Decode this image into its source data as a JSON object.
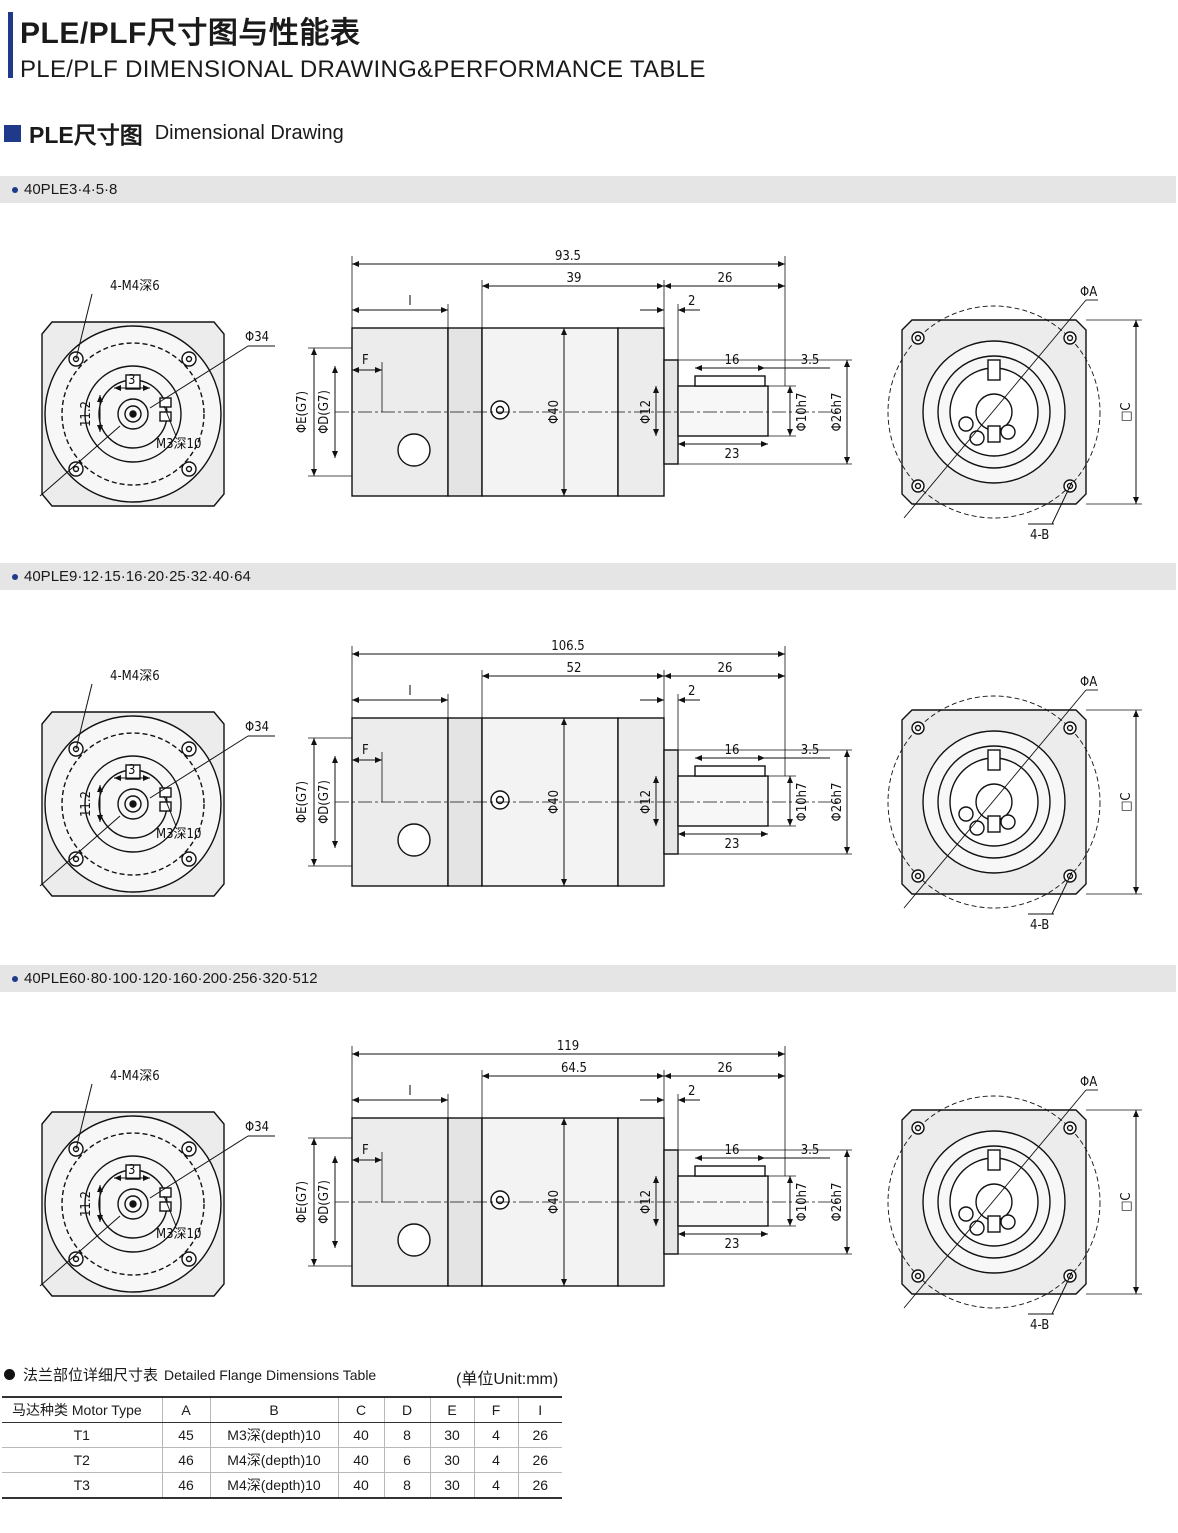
{
  "header": {
    "title_cn": "PLE/PLF尺寸图与性能表",
    "title_en": "PLE/PLF DIMENSIONAL DRAWING&PERFORMANCE TABLE"
  },
  "section": {
    "title_cn": "PLE尺寸图",
    "title_en": "Dimensional Drawing"
  },
  "drawings": [
    {
      "model": "40PLE3·4·5·8",
      "flange_labels": {
        "holes": "4-M4深6",
        "pcd": "Φ34",
        "dim3": "3",
        "dim11": "11.2",
        "tap": "M3深10"
      },
      "side_labels": {
        "total": "93.5",
        "mid": "39",
        "right": "26",
        "l": "l",
        "two": "2",
        "f": "F",
        "e": "ΦE(G7)",
        "d": "ΦD(G7)",
        "body": "Φ40",
        "boss": "Φ12",
        "key16": "16",
        "d35": "3.5",
        "shaft": "Φ10h7",
        "pilot": "Φ26h7",
        "len23": "23"
      },
      "end_labels": {
        "a": "ΦA",
        "c": "□C",
        "b": "4-B"
      }
    },
    {
      "model": "40PLE9·12·15·16·20·25·32·40·64",
      "flange_labels": {
        "holes": "4-M4深6",
        "pcd": "Φ34",
        "dim3": "3",
        "dim11": "11.2",
        "tap": "M3深10"
      },
      "side_labels": {
        "total": "106.5",
        "mid": "52",
        "right": "26",
        "l": "l",
        "two": "2",
        "f": "F",
        "e": "ΦE(G7)",
        "d": "ΦD(G7)",
        "body": "Φ40",
        "boss": "Φ12",
        "key16": "16",
        "d35": "3.5",
        "shaft": "Φ10h7",
        "pilot": "Φ26h7",
        "len23": "23"
      },
      "end_labels": {
        "a": "ΦA",
        "c": "□C",
        "b": "4-B"
      }
    },
    {
      "model": "40PLE60·80·100·120·160·200·256·320·512",
      "flange_labels": {
        "holes": "4-M4深6",
        "pcd": "Φ34",
        "dim3": "3",
        "dim11": "11.2",
        "tap": "M3深10"
      },
      "side_labels": {
        "total": "119",
        "mid": "64.5",
        "right": "26",
        "l": "l",
        "two": "2",
        "f": "F",
        "e": "ΦE(G7)",
        "d": "ΦD(G7)",
        "body": "Φ40",
        "boss": "Φ12",
        "key16": "16",
        "d35": "3.5",
        "shaft": "Φ10h7",
        "pilot": "Φ26h7",
        "len23": "23"
      },
      "end_labels": {
        "a": "ΦA",
        "c": "□C",
        "b": "4-B"
      }
    }
  ],
  "flange_table": {
    "title_cn": "法兰部位详细尺寸表",
    "title_en": "Detailed Flange Dimensions Table",
    "unit": "(单位Unit:mm)",
    "headers": [
      "马达种类 Motor Type",
      "A",
      "B",
      "C",
      "D",
      "E",
      "F",
      "I"
    ],
    "rows": [
      [
        "T1",
        "45",
        "M3深(depth)10",
        "40",
        "8",
        "30",
        "4",
        "26"
      ],
      [
        "T2",
        "46",
        "M4深(depth)10",
        "40",
        "6",
        "30",
        "4",
        "26"
      ],
      [
        "T3",
        "46",
        "M4深(depth)10",
        "40",
        "8",
        "30",
        "4",
        "26"
      ]
    ]
  }
}
